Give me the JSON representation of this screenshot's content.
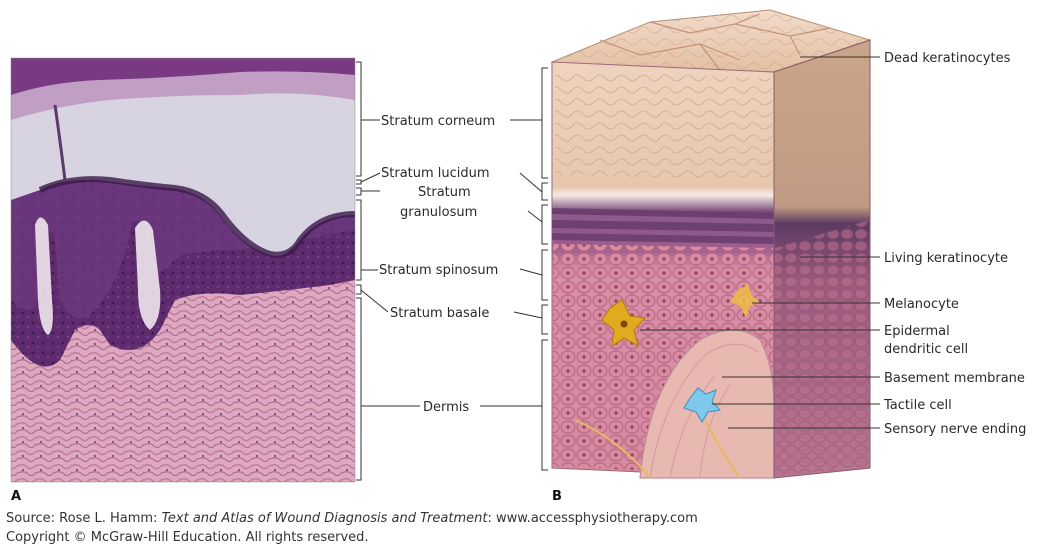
{
  "panels": {
    "a_letter": "A",
    "b_letter": "B"
  },
  "histology_labels": {
    "stratum_corneum": "Stratum corneum",
    "stratum_lucidum": "Stratum lucidum",
    "stratum_granulosum_line1": "Stratum",
    "stratum_granulosum_line2": "granulosum",
    "stratum_spinosum": "Stratum spinosum",
    "stratum_basale": "Stratum basale",
    "dermis": "Dermis"
  },
  "illustration_labels": {
    "dead_keratinocytes": "Dead keratinocytes",
    "living_keratinocyte": "Living keratinocyte",
    "melanocyte": "Melanocyte",
    "epidermal_dendritic_cell_line1": "Epidermal",
    "epidermal_dendritic_cell_line2": "dendritic cell",
    "basement_membrane": "Basement membrane",
    "tactile_cell": "Tactile cell",
    "sensory_nerve_ending": "Sensory nerve ending"
  },
  "source": {
    "prefix": "Source: Rose L. Hamm: ",
    "book_title": "Text and Atlas of Wound Diagnosis and Treatment",
    "suffix": ": www.accessphysiotherapy.com",
    "copyright": "Copyright © McGraw-Hill Education. All rights reserved."
  },
  "colors": {
    "corneum": "#d9d3df",
    "basal_purple": "#5a2a6a",
    "dermis_pink": "#d9a7bf",
    "skin_tan": "#e8c4a8",
    "cell_pink": "#d98aa0",
    "melanocyte_gold": "#e0a820",
    "tactile_blue": "#7ec8ee"
  }
}
